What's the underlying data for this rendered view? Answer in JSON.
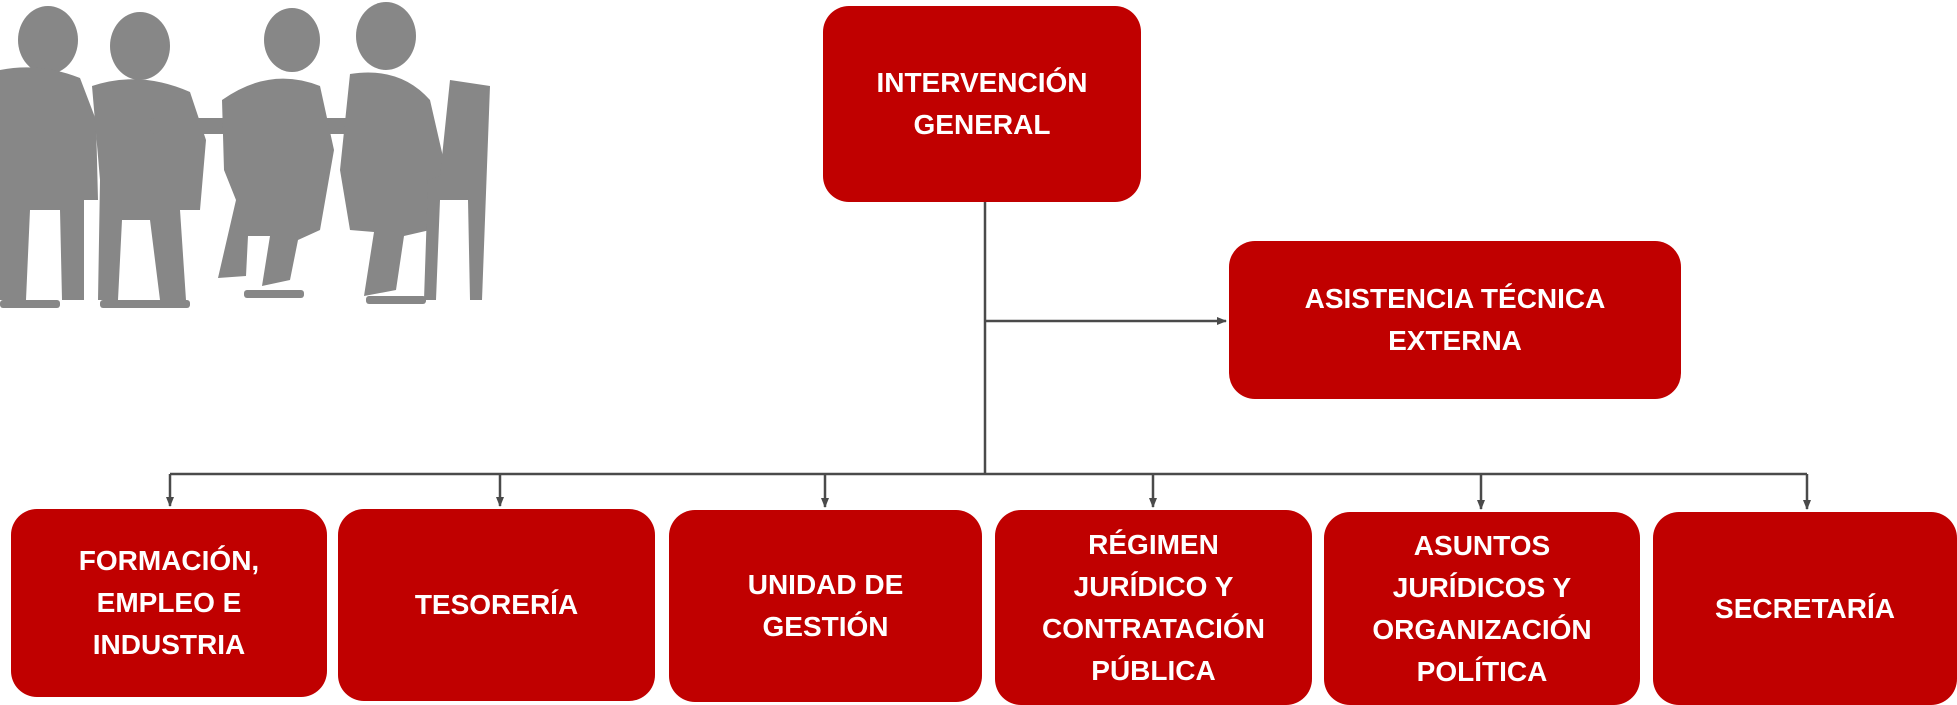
{
  "colors": {
    "box": "#c00000",
    "text": "#ffffff",
    "line": "#4a4a4a",
    "silhouette": "#878787"
  },
  "icons": {
    "silhouette": "meeting-people-silhouette-icon"
  },
  "nodes": {
    "root": "INTERVENCIÓN\nGENERAL",
    "assist": "ASISTENCIA TÉCNICA\nEXTERNA",
    "b1": "FORMACIÓN,\nEMPLEO E\nINDUSTRIA",
    "b2": "TESORERÍA",
    "b3": "UNIDAD DE\nGESTIÓN",
    "b4": "RÉGIMEN\nJURÍDICO Y\nCONTRATACIÓN\nPÚBLICA",
    "b5": "ASUNTOS\nJURÍDICOS Y\nORGANIZACIÓN\nPOLÍTICA",
    "b6": "SECRETARÍA"
  }
}
